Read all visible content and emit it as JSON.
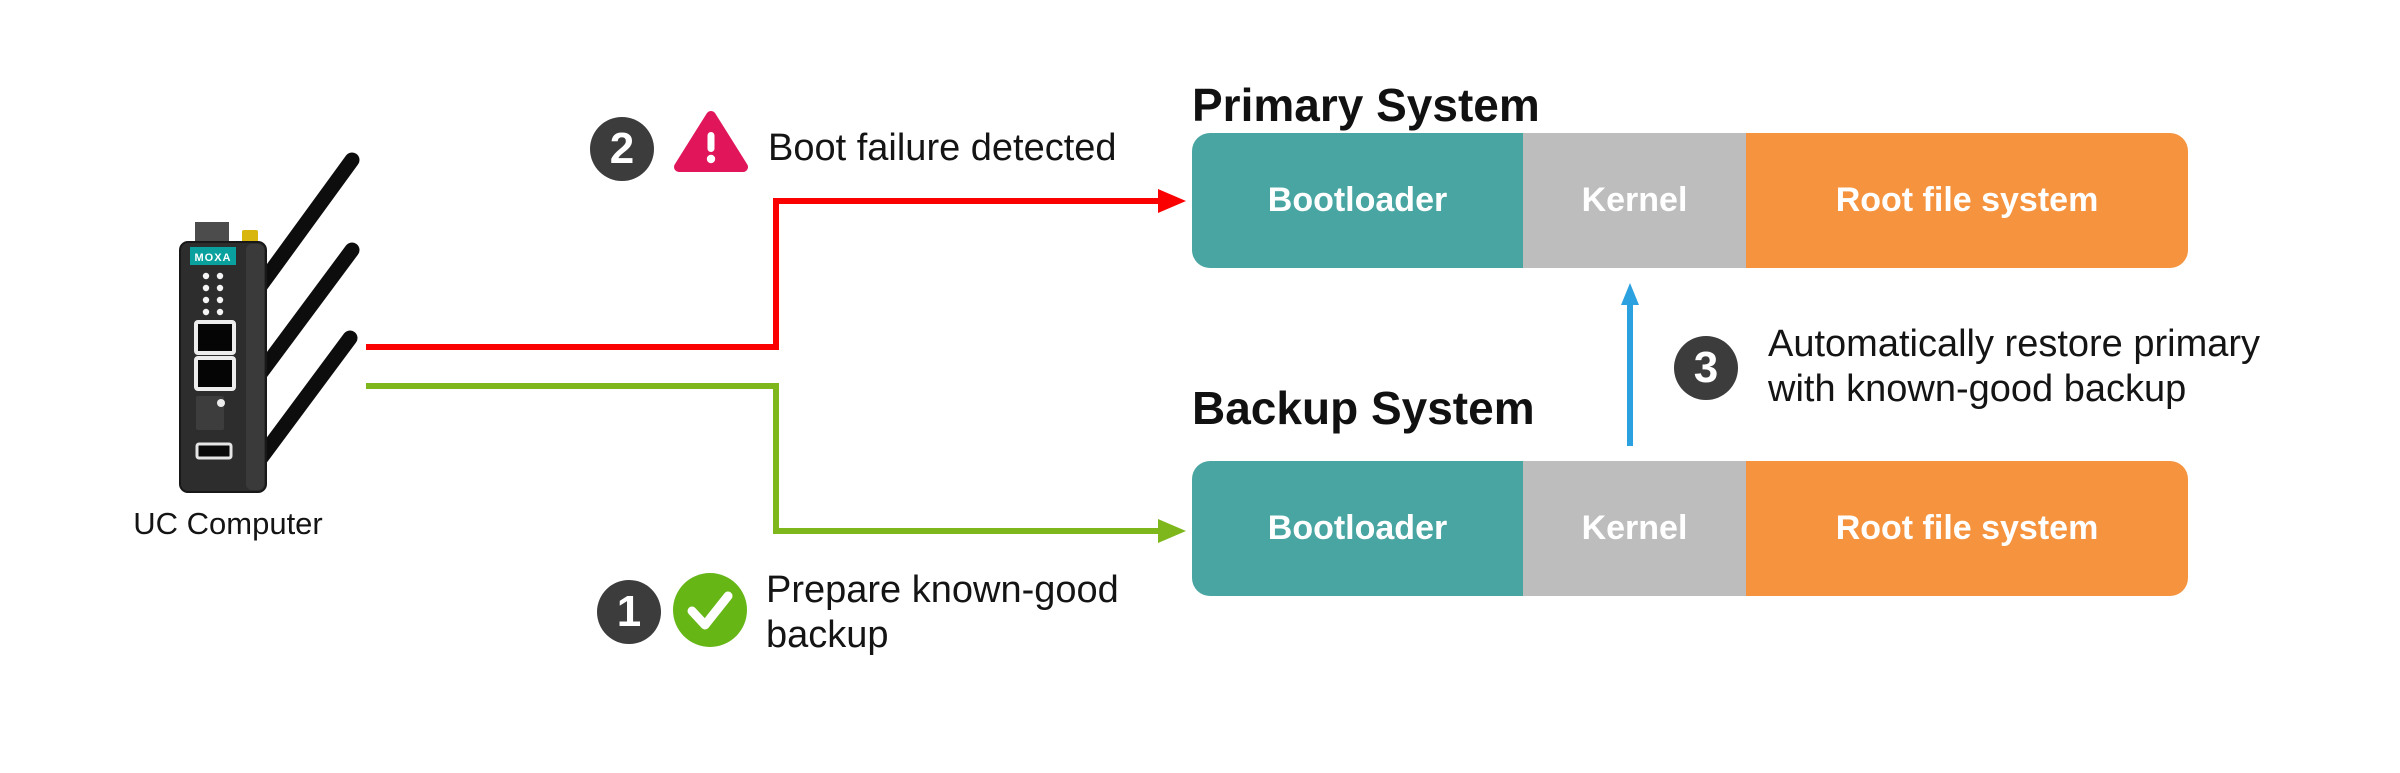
{
  "device": {
    "label": "UC Computer",
    "brand": "MOXA"
  },
  "primary_system": {
    "title": "Primary System",
    "bootloader": "Bootloader",
    "kernel": "Kernel",
    "rootfs": "Root file system"
  },
  "backup_system": {
    "title": "Backup System",
    "bootloader": "Bootloader",
    "kernel": "Kernel",
    "rootfs": "Root file system"
  },
  "steps": {
    "one": {
      "number": "1",
      "line1": "Prepare known-good",
      "line2": "backup"
    },
    "two": {
      "number": "2",
      "line1": "Boot failure detected"
    },
    "three": {
      "number": "3",
      "line1": "Automatically restore primary",
      "line2": "with known-good backup"
    }
  },
  "colors": {
    "bootloader_teal": "#48A5A2",
    "kernel_gray": "#BDBDBD",
    "rootfs_orange": "#F6933F",
    "arrow_red": "#FA0000",
    "arrow_green": "#7DB71C",
    "arrow_blue": "#2BA1E0",
    "badge_dark": "#3C3C3C",
    "warning_pink": "#E0155A",
    "check_green": "#66B616",
    "device_body": "#2D2D2D",
    "device_accent_yellow": "#D8B60E",
    "brand_teal": "#0AA09D"
  }
}
